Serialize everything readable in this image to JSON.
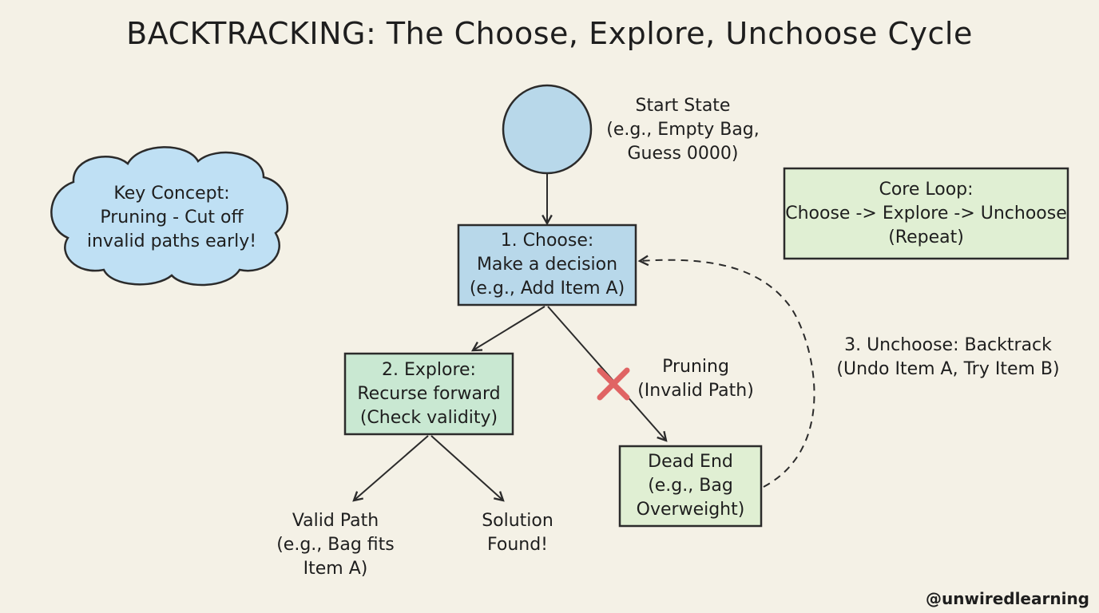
{
  "title": "BACKTRACKING: The Choose, Explore, Unchoose Cycle",
  "start_state": {
    "lines": [
      "Start State",
      "(e.g., Empty Bag,",
      "Guess 0000)"
    ]
  },
  "choose_box": {
    "lines": [
      "1. Choose:",
      "Make a decision",
      "(e.g., Add Item A)"
    ]
  },
  "explore_box": {
    "lines": [
      "2. Explore:",
      "Recurse forward",
      "(Check validity)"
    ]
  },
  "dead_end_box": {
    "lines": [
      "Dead End",
      "(e.g., Bag",
      "Overweight)"
    ]
  },
  "valid_path": {
    "lines": [
      "Valid Path",
      "(e.g., Bag fits",
      "Item A)"
    ]
  },
  "solution": {
    "lines": [
      "Solution",
      "Found!"
    ]
  },
  "pruning": {
    "lines": [
      "Pruning",
      "(Invalid Path)"
    ]
  },
  "unchoose": {
    "lines": [
      "3. Unchoose: Backtrack",
      "(Undo Item A, Try Item B)"
    ]
  },
  "key_concept": {
    "lines": [
      "Key Concept:",
      "Pruning - Cut off",
      "invalid paths early!"
    ]
  },
  "core_loop": {
    "lines": [
      "Core Loop:",
      "Choose -> Explore -> Unchoose",
      "(Repeat)"
    ]
  },
  "watermark": "@unwiredlearning",
  "colors": {
    "background": "#f4f1e6",
    "blue_fill": "#b8d8ea",
    "green_fill": "#c9e8d2",
    "light_green_fill": "#e0efd3",
    "cloud_fill": "#bfe0f4",
    "stroke": "#2b2b2b",
    "prune_x": "#e06464"
  }
}
